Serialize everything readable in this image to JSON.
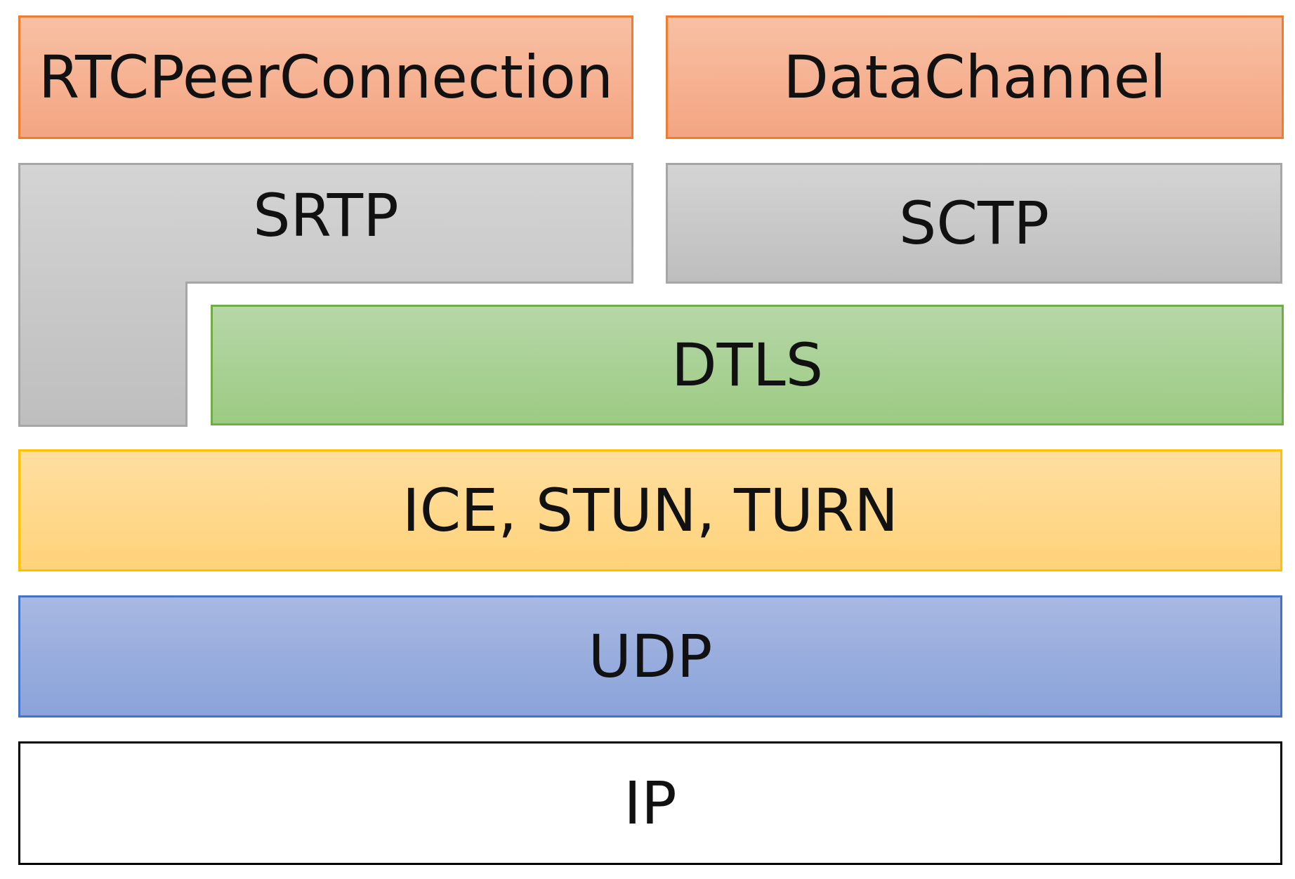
{
  "diagram": {
    "layers": {
      "rtc": "RTCPeerConnection",
      "datachannel": "DataChannel",
      "srtp": "SRTP",
      "sctp": "SCTP",
      "dtls": "DTLS",
      "ice": "ICE, STUN, TURN",
      "udp": "UDP",
      "ip": "IP"
    },
    "colors": {
      "orange_border": "#ED7D31",
      "gray_border": "#A6A6A6",
      "green_border": "#70AD47",
      "yellow_border": "#FFC000",
      "blue_border": "#4472C4",
      "black_border": "#000000"
    }
  }
}
